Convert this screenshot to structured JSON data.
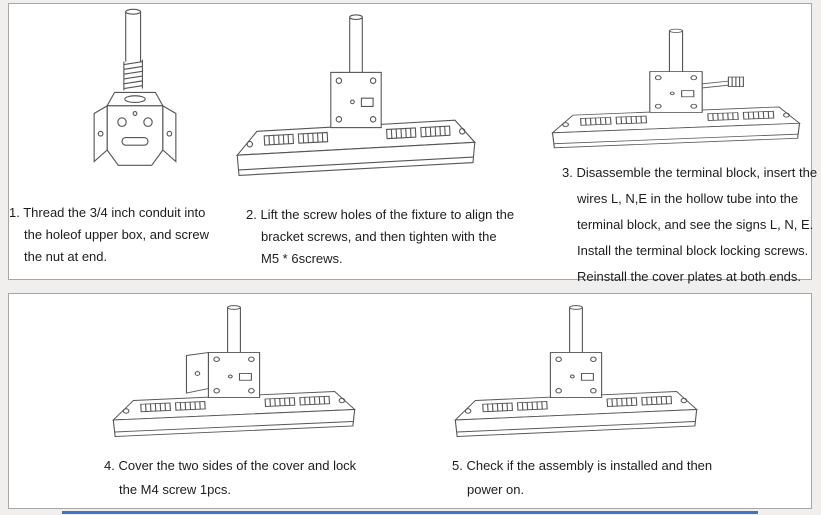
{
  "page": {
    "background_color": "#f0efee",
    "panel_background": "#ffffff",
    "panel_border_color": "#a6a6a6",
    "line_art_color": "#555555",
    "text_color": "#1c1c1c",
    "footer_accent_color": "#4473c5"
  },
  "illustrations": [
    "conduit-bracket-illustration",
    "fixture-bracket-mounting-illustration",
    "terminal-wiring-illustration",
    "cover-locking-illustration",
    "final-assembly-illustration"
  ],
  "steps": [
    {
      "number": "1",
      "lines": [
        "1. Thread the 3/4 inch conduit into",
        "the holeof upper box, and screw",
        "the nut at end."
      ]
    },
    {
      "number": "2",
      "lines": [
        "2. Lift the screw holes of the fixture to align the",
        "bracket screws, and then tighten with the",
        "M5 * 6screws."
      ]
    },
    {
      "number": "3",
      "lines": [
        "3. Disassemble the terminal block, insert the",
        "wires L, N,E in the hollow tube into the",
        "terminal block, and see the signs L, N, E.",
        "Install the terminal block locking screws.",
        "Reinstall the cover plates at both ends."
      ]
    },
    {
      "number": "4",
      "lines": [
        "4. Cover the two sides of the cover and lock",
        "the M4 screw 1pcs."
      ]
    },
    {
      "number": "5",
      "lines": [
        "5. Check if the assembly is installed and then",
        "power on."
      ]
    }
  ]
}
